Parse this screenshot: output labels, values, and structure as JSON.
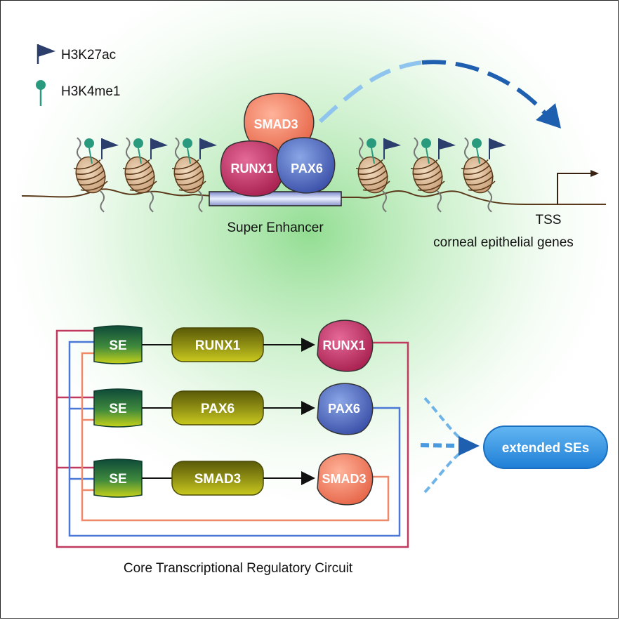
{
  "legend": {
    "items": [
      {
        "label": "H3K27ac",
        "icon": "flag-icon",
        "color": "#2c3e6b"
      },
      {
        "label": "H3K4me1",
        "icon": "pin-icon",
        "color": "#2a9a7f"
      }
    ]
  },
  "top": {
    "proteins": [
      "SMAD3",
      "RUNX1",
      "PAX6"
    ],
    "enhancer_label": "Super Enhancer",
    "tss_label": "TSS",
    "genes_label": "corneal epithelial genes"
  },
  "circuit": {
    "rows": [
      {
        "se": "SE",
        "gene": "RUNX1",
        "protein": "RUNX1",
        "protein_color": "#c0396a",
        "line_color": "#c0395e"
      },
      {
        "se": "SE",
        "gene": "PAX6",
        "protein": "PAX6",
        "protein_color": "#4a63b8",
        "line_color": "#4a78d6"
      },
      {
        "se": "SE",
        "gene": "SMAD3",
        "protein": "SMAD3",
        "protein_color": "#ee7a62",
        "line_color": "#ee8a6a"
      }
    ],
    "caption": "Core Transcriptional Regulatory Circuit",
    "extended_label": "extended SEs"
  },
  "colors": {
    "glow": "#8fdc8f",
    "arrow_blue": "#1e5fb0",
    "arrow_light": "#7fb8e8",
    "gene_box": "#8a8a14",
    "se_box": "#1f6a46"
  }
}
